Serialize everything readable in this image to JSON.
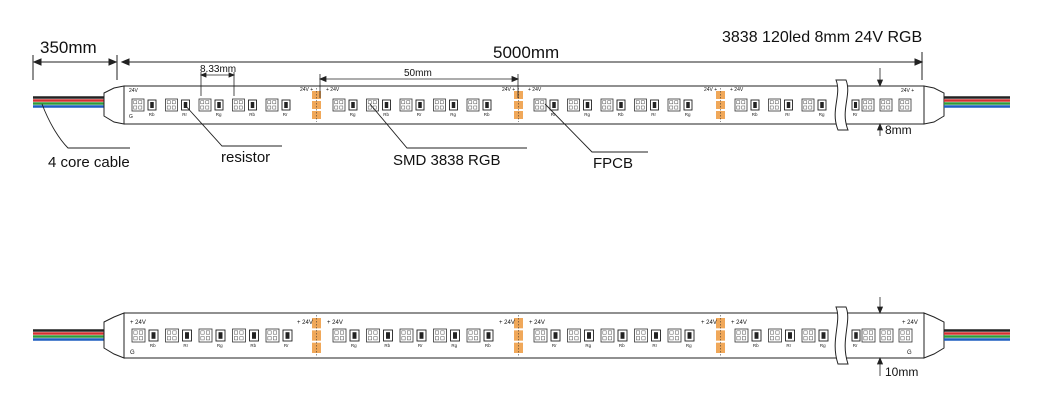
{
  "header": {
    "spec": "3838 120led  8mm 24V RGB"
  },
  "dimensions": {
    "cable": "350mm",
    "total": "5000mm",
    "pitch": "8.33mm",
    "section": "50mm",
    "width_top": "8mm",
    "width_bottom": "10mm"
  },
  "callouts": {
    "cable": "4 core cable",
    "resistor": "resistor",
    "led": "SMD  3838  RGB",
    "fpcb": "FPCB"
  },
  "pad": {
    "voltage": "24V",
    "plus_voltage": "+ 24V",
    "voltage_plus": "24V +",
    "ground": "G"
  },
  "resistor_codes": [
    "Rb",
    "Rr",
    "Rg"
  ],
  "colors": {
    "pad": "#f0a85a",
    "cable": [
      "#222222",
      "#d32f2f",
      "#2e9a3a",
      "#1e5fc0"
    ]
  }
}
